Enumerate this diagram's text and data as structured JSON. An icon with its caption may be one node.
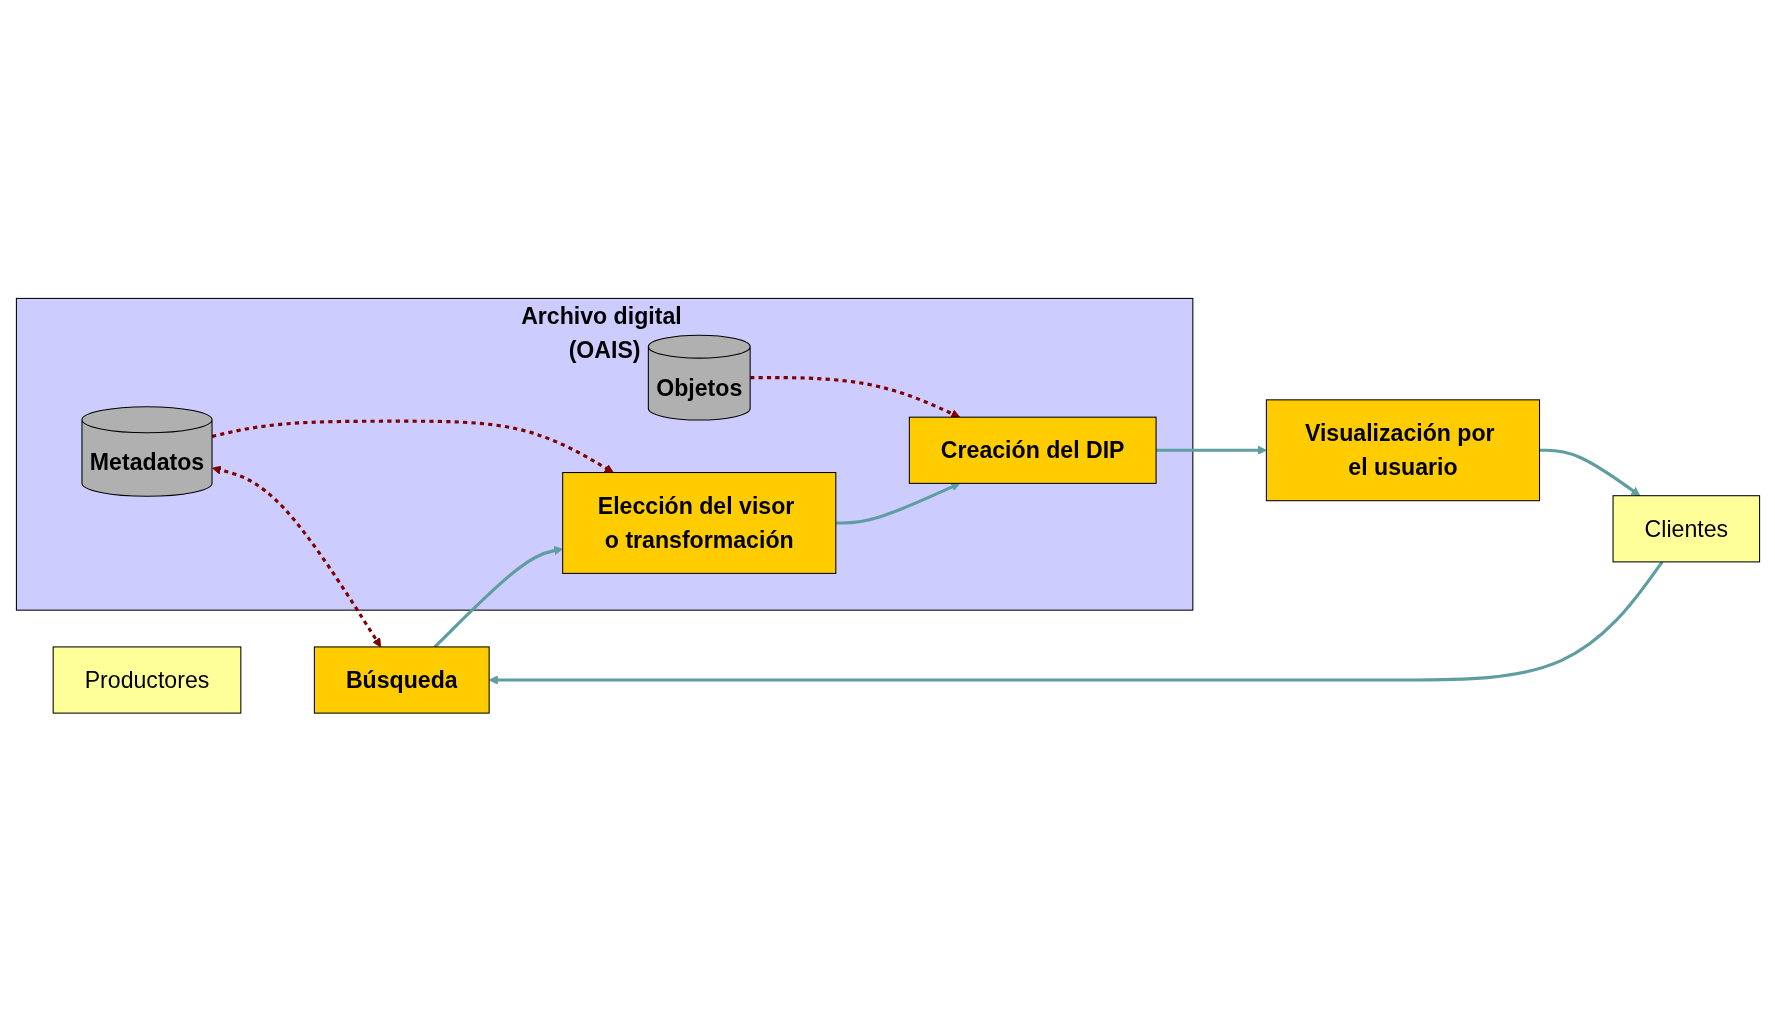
{
  "diagram": {
    "nodes": [
      {
        "text": [
          "Productores"
        ]
      },
      {
        "text": [
          "Archivo digital (OAIS)"
        ]
      },
      {
        "text": [
          "Metadatos"
        ],
        "in": 1
      },
      {
        "text": [
          "Objetos"
        ],
        "in": 1
      },
      {
        "text": [
          "Elección del visor o transformación"
        ],
        "in": 1
      },
      {
        "text": [
          "Creación del DIP"
        ],
        "in": 1
      },
      {
        "text": [
          "Búsqueda"
        ]
      },
      {
        "text": [
          "Visualización por el usuario"
        ]
      },
      {
        "text": [
          "Clientes"
        ]
      }
    ],
    "edges": [
      {
        "from": 2,
        "to": 6,
        "arrow": "both",
        "style": "dashed",
        "color": "#800000"
      },
      {
        "from": 2,
        "to": 4,
        "arrow": "to",
        "style": "dashed",
        "color": "#800000"
      },
      {
        "from": 3,
        "to": 5,
        "arrow": "to",
        "style": "dashed",
        "color": "#800000"
      },
      {
        "from": 6,
        "to": 4,
        "arrow": "to"
      },
      {
        "from": 4,
        "to": 5,
        "arrow": "to"
      },
      {
        "from": 5,
        "to": 7,
        "arrow": "to"
      },
      {
        "from": 7,
        "to": 8,
        "arrow": "to"
      },
      {
        "from": 8,
        "to": 6,
        "arrow": "to"
      }
    ]
  }
}
